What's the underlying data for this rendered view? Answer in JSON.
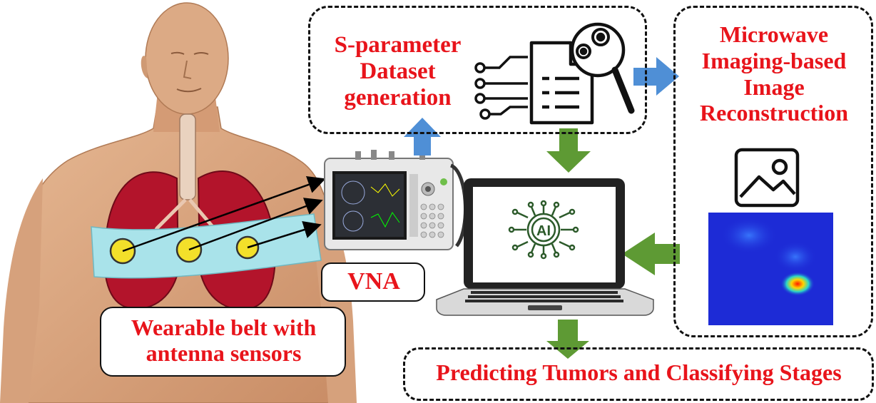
{
  "labels": {
    "dataset": [
      "S-parameter",
      "Dataset",
      "generation"
    ],
    "imaging": [
      "Microwave",
      "Imaging-based",
      "Image",
      "Reconstruction"
    ],
    "vna": "VNA",
    "belt": [
      "Wearable belt with",
      "antenna sensors"
    ],
    "predict": "Predicting Tumors and Classifying Stages",
    "ai_chip": "AI"
  },
  "colors": {
    "label_red": "#e8141b",
    "arrow_blue": "#4f8fd6",
    "arrow_green": "#5e9a34",
    "belt": "#a9e3ea",
    "sensor": "#f3e02a",
    "skin": "#d9a581",
    "lung": "#b3142b",
    "heatmap_bg": "#1d2bd6",
    "hotspot": "#ff2a00"
  },
  "icons": [
    "document-magnifier-gears-icon",
    "circuit-lines-icon",
    "vna-analyzer",
    "laptop-icon",
    "ai-chip-icon",
    "image-picture-icon",
    "microwave-heatmap-image"
  ]
}
